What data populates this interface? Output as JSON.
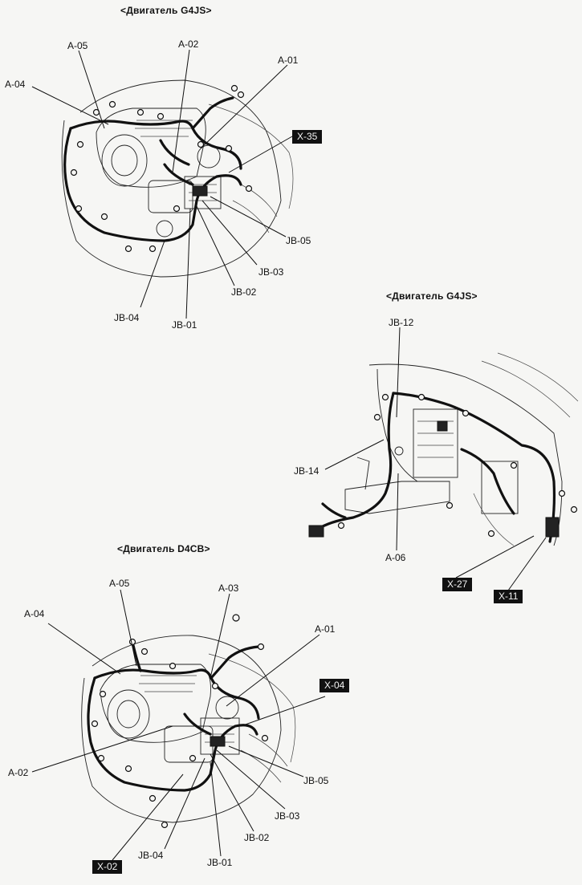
{
  "sections": [
    {
      "title": "<Двигатель G4JS>",
      "labels": [
        "A-05",
        "A-02",
        "A-01",
        "A-04",
        "JB-05",
        "JB-03",
        "JB-02",
        "JB-04",
        "JB-01"
      ],
      "boxed": [
        "X-35"
      ]
    },
    {
      "title": "<Двигатель G4JS>",
      "labels": [
        "JB-12",
        "JB-14",
        "A-06"
      ],
      "boxed": [
        "X-27",
        "X-11"
      ]
    },
    {
      "title": "<Двигатель D4CB>",
      "labels": [
        "A-05",
        "A-03",
        "A-04",
        "A-01",
        "A-02",
        "JB-05",
        "JB-03",
        "JB-02",
        "JB-04",
        "JB-01"
      ],
      "boxed": [
        "X-04",
        "X-02"
      ]
    }
  ]
}
